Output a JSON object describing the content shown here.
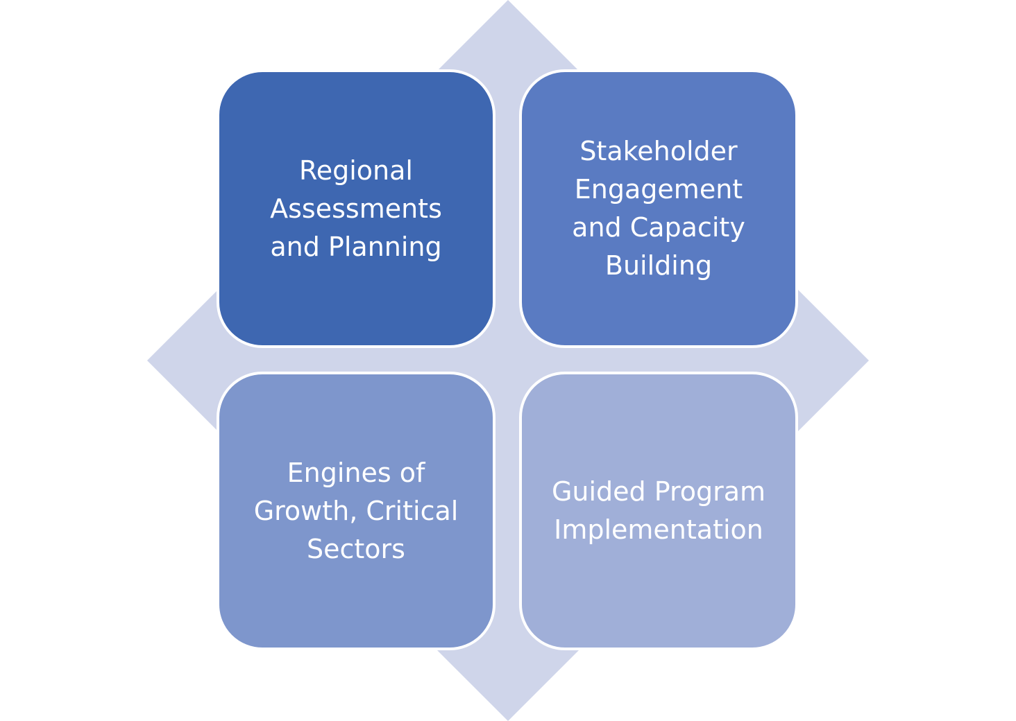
{
  "colors": {
    "background_diamond": "#cfd5ea",
    "quadrant_border": "#ffffff",
    "text": "#ffffff"
  },
  "quadrants": [
    {
      "label": "Regional\nAssessments\nand Planning",
      "color": "#3e67b1"
    },
    {
      "label": "Stakeholder\nEngagement\nand Capacity\nBuilding",
      "color": "#5a7bc2"
    },
    {
      "label": "Engines of\nGrowth, Critical\nSectors",
      "color": "#7e96cc"
    },
    {
      "label": "Guided Program\nImplementation",
      "color": "#a0afd8"
    }
  ]
}
